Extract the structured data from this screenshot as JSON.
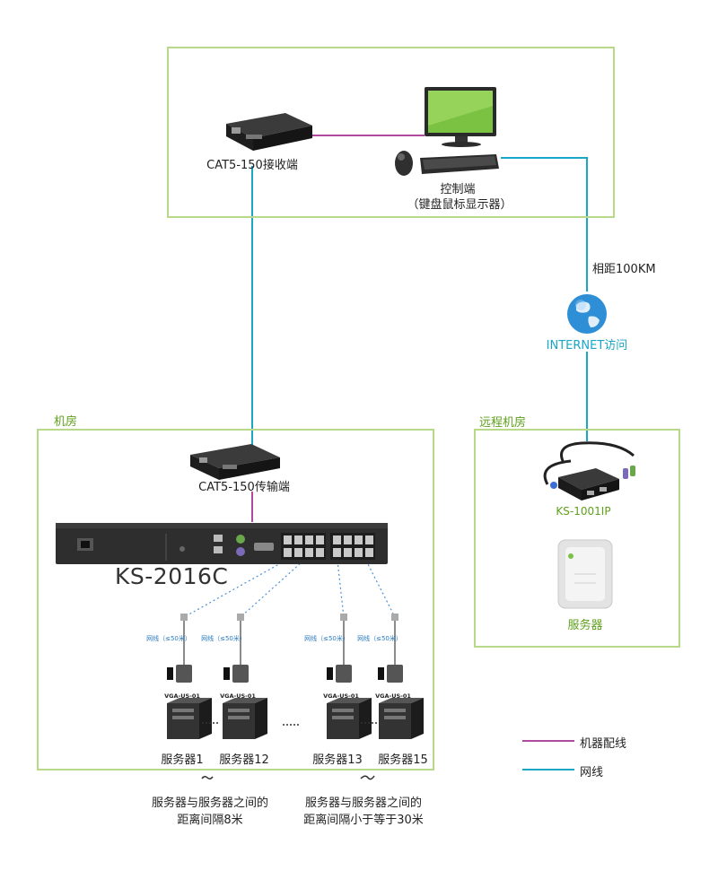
{
  "receiver": {
    "label": "CAT5-150接收端"
  },
  "console": {
    "label": "控制端",
    "sublabel": "（键盘鼠标显示器）"
  },
  "distance_label": "相距100KM",
  "internet_label": "INTERNET访问",
  "machine_room": {
    "title": "机房"
  },
  "remote_room": {
    "title": "远程机房",
    "device_label": "KS-1001IP",
    "server_label": "服务器"
  },
  "transmitter": {
    "label": "CAT5-150传输端"
  },
  "kvm_switch": {
    "model": "KS-2016C"
  },
  "servers": [
    {
      "cable_note": "网线（≤50米）",
      "adapter": "VGA-US-01",
      "name": "服务器1"
    },
    {
      "cable_note": "网线（≤50米）",
      "adapter": "VGA-US-01",
      "name": "服务器12"
    },
    {
      "cable_note": "网线（≤50米）",
      "adapter": "VGA-US-01",
      "name": "服务器13"
    },
    {
      "cable_note": "网线（≤50米）",
      "adapter": "VGA-US-01",
      "name": "服务器15"
    }
  ],
  "spacing_notes": [
    {
      "line1": "服务器与服务器之间的",
      "line2": "距离间隔8米"
    },
    {
      "line1": "服务器与服务器之间的",
      "line2": "距离间隔小于等于30米"
    }
  ],
  "legend": [
    {
      "label": "机器配线",
      "color": "#b04a9e"
    },
    {
      "label": "网线",
      "color": "#1aa6c6"
    }
  ],
  "colors": {
    "box_border": "#b8d98a",
    "network": "#1aa6c6",
    "machine_cable": "#b04a9e",
    "green_text": "#5e9f1c"
  }
}
